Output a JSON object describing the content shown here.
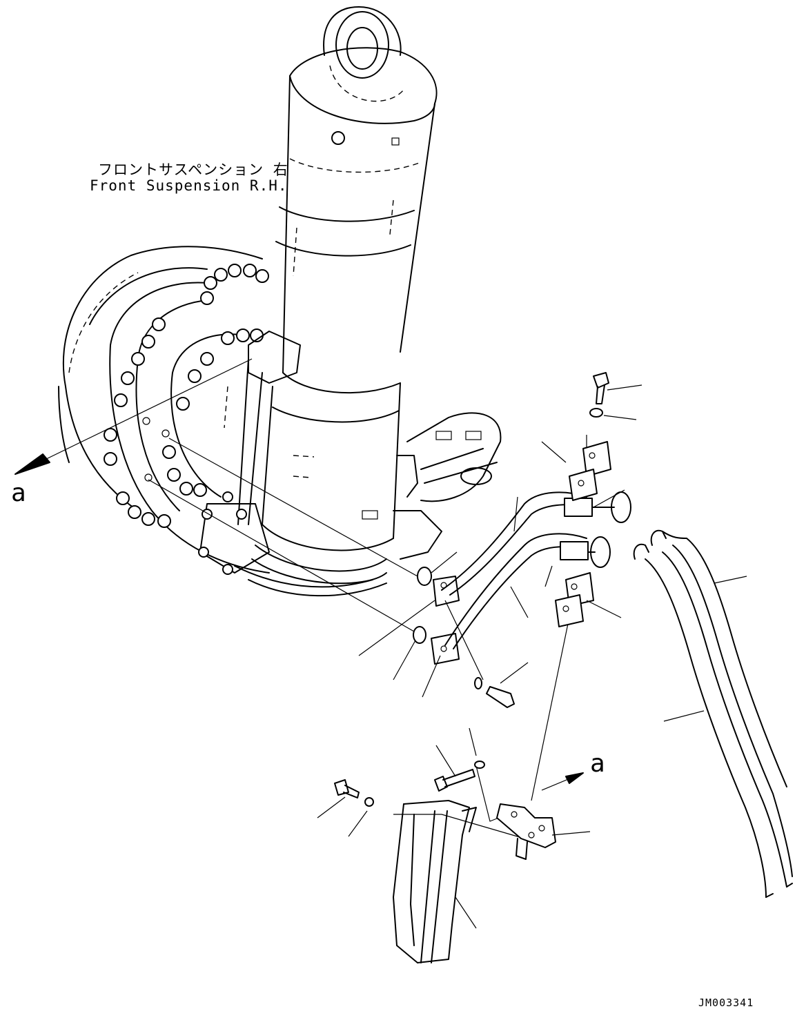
{
  "labels": {
    "part_name_jp": "フロントサスペンション 右",
    "part_name_en": "Front Suspension R.H.",
    "view_marker_left": "a",
    "view_marker_right": "a",
    "drawing_number": "JM003341"
  },
  "colors": {
    "line": "#000000",
    "background": "#ffffff"
  }
}
